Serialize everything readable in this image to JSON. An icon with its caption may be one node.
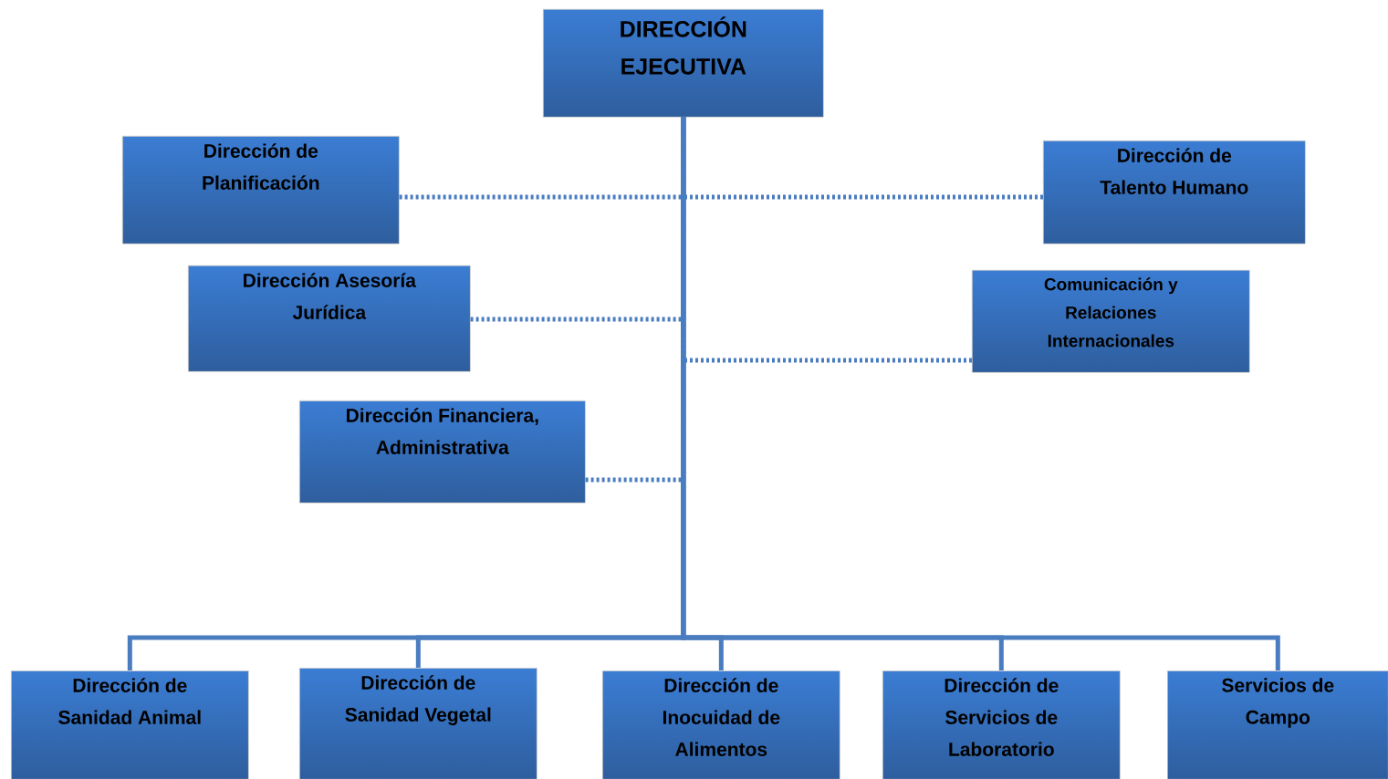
{
  "diagram": {
    "nodes": [
      {
        "text": [
          "DIRECCIÓN EJECUTIVA"
        ]
      },
      {
        "text": [
          "Dirección de Planificación"
        ]
      },
      {
        "text": [
          "Dirección de Talento Humano"
        ]
      },
      {
        "text": [
          "Dirección Asesoría Jurídica"
        ]
      },
      {
        "text": [
          "Comunicación y Relaciones Internacionales"
        ]
      },
      {
        "text": [
          "Dirección Financiera, Administrativa"
        ]
      },
      {
        "text": [
          "Dirección de Sanidad Animal"
        ]
      },
      {
        "text": [
          "Dirección de Sanidad Vegetal"
        ]
      },
      {
        "text": [
          "Dirección de Inocuidad de Alimentos"
        ]
      },
      {
        "text": [
          "Dirección de Servicios de Laboratorio"
        ]
      },
      {
        "text": [
          "Servicios de Campo"
        ]
      }
    ],
    "edges": [
      {
        "from": 0,
        "to": 1,
        "arrow": "none",
        "style": "dashed"
      },
      {
        "from": 0,
        "to": 2,
        "arrow": "none",
        "style": "dashed"
      },
      {
        "from": 0,
        "to": 3,
        "arrow": "none",
        "style": "dashed"
      },
      {
        "from": 0,
        "to": 4,
        "arrow": "none",
        "style": "dashed"
      },
      {
        "from": 0,
        "to": 5,
        "arrow": "none",
        "style": "dashed"
      },
      {
        "from": 0,
        "to": 6,
        "arrow": "none"
      },
      {
        "from": 0,
        "to": 7,
        "arrow": "none"
      },
      {
        "from": 0,
        "to": 8,
        "arrow": "none"
      },
      {
        "from": 0,
        "to": 9,
        "arrow": "none"
      },
      {
        "from": 0,
        "to": 10,
        "arrow": "none"
      }
    ]
  }
}
